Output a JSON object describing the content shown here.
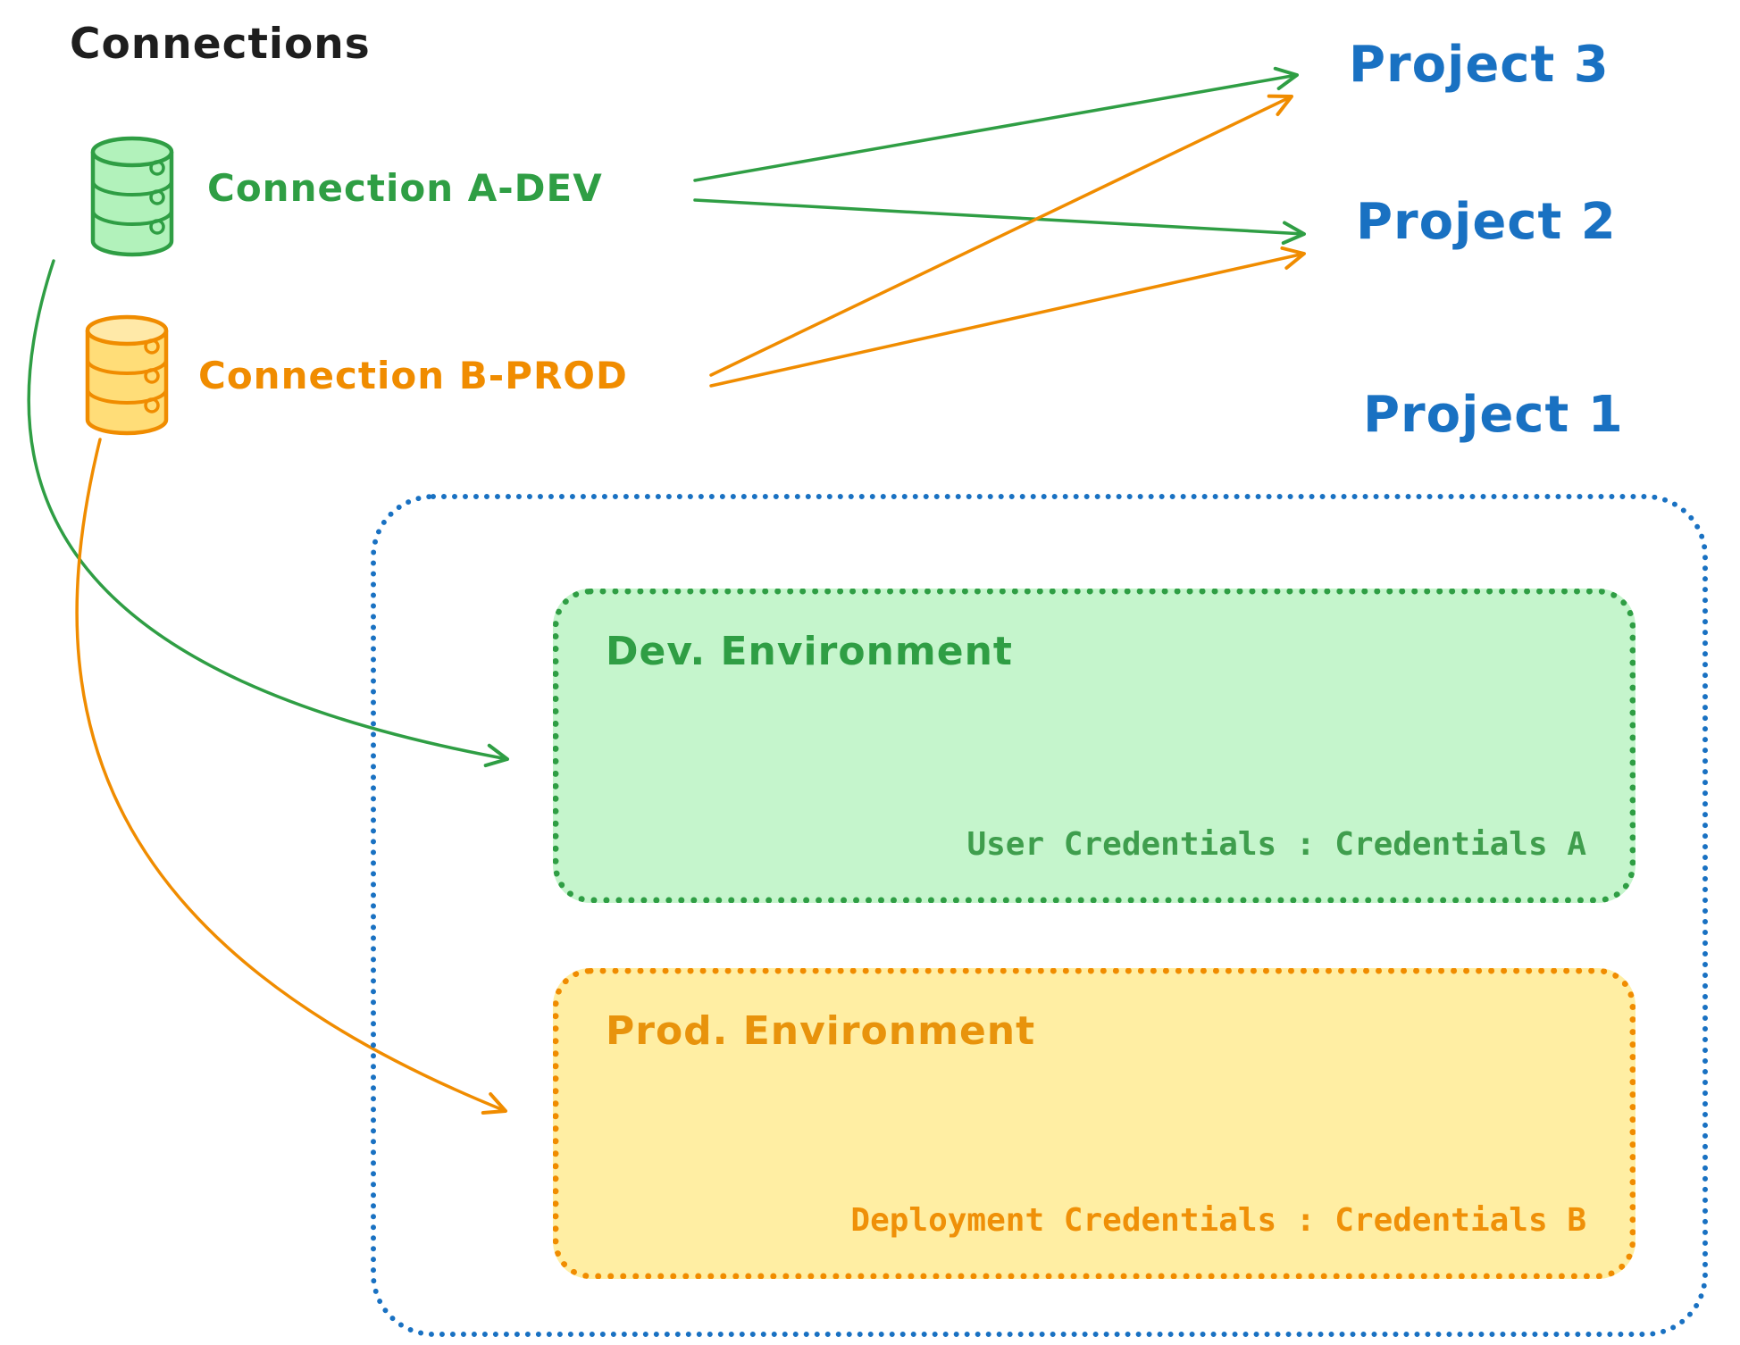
{
  "title": "Connections",
  "connections": {
    "dev": {
      "label": "Connection A-DEV",
      "color": "#2f9e44",
      "icon": "database-icon"
    },
    "prod": {
      "label": "Connection B-PROD",
      "color": "#f08c00",
      "icon": "database-icon"
    }
  },
  "projects": {
    "p3": {
      "label": "Project 3"
    },
    "p2": {
      "label": "Project 2"
    },
    "p1": {
      "label": "Project 1"
    }
  },
  "project1_detail": {
    "dev_env": {
      "title": "Dev. Environment",
      "credentials": "User Credentials : Credentials A"
    },
    "prod_env": {
      "title": "Prod. Environment",
      "credentials": "Deployment Credentials : Credentials B"
    }
  },
  "arrows": [
    {
      "from": "Connection A-DEV",
      "to": "Project 3",
      "color": "#2f9e44"
    },
    {
      "from": "Connection A-DEV",
      "to": "Project 2",
      "color": "#2f9e44"
    },
    {
      "from": "Connection B-PROD",
      "to": "Project 3",
      "color": "#f08c00"
    },
    {
      "from": "Connection B-PROD",
      "to": "Project 2",
      "color": "#f08c00"
    },
    {
      "from": "Connection A-DEV",
      "to": "Dev. Environment",
      "color": "#2f9e44"
    },
    {
      "from": "Connection B-PROD",
      "to": "Prod. Environment",
      "color": "#f08c00"
    }
  ],
  "colors": {
    "blue": "#1971c2",
    "green": "#2f9e44",
    "green_fill": "#b2f2bb",
    "orange": "#f08c00",
    "orange_fill": "#ffec99",
    "ink": "#1e1e1e"
  }
}
